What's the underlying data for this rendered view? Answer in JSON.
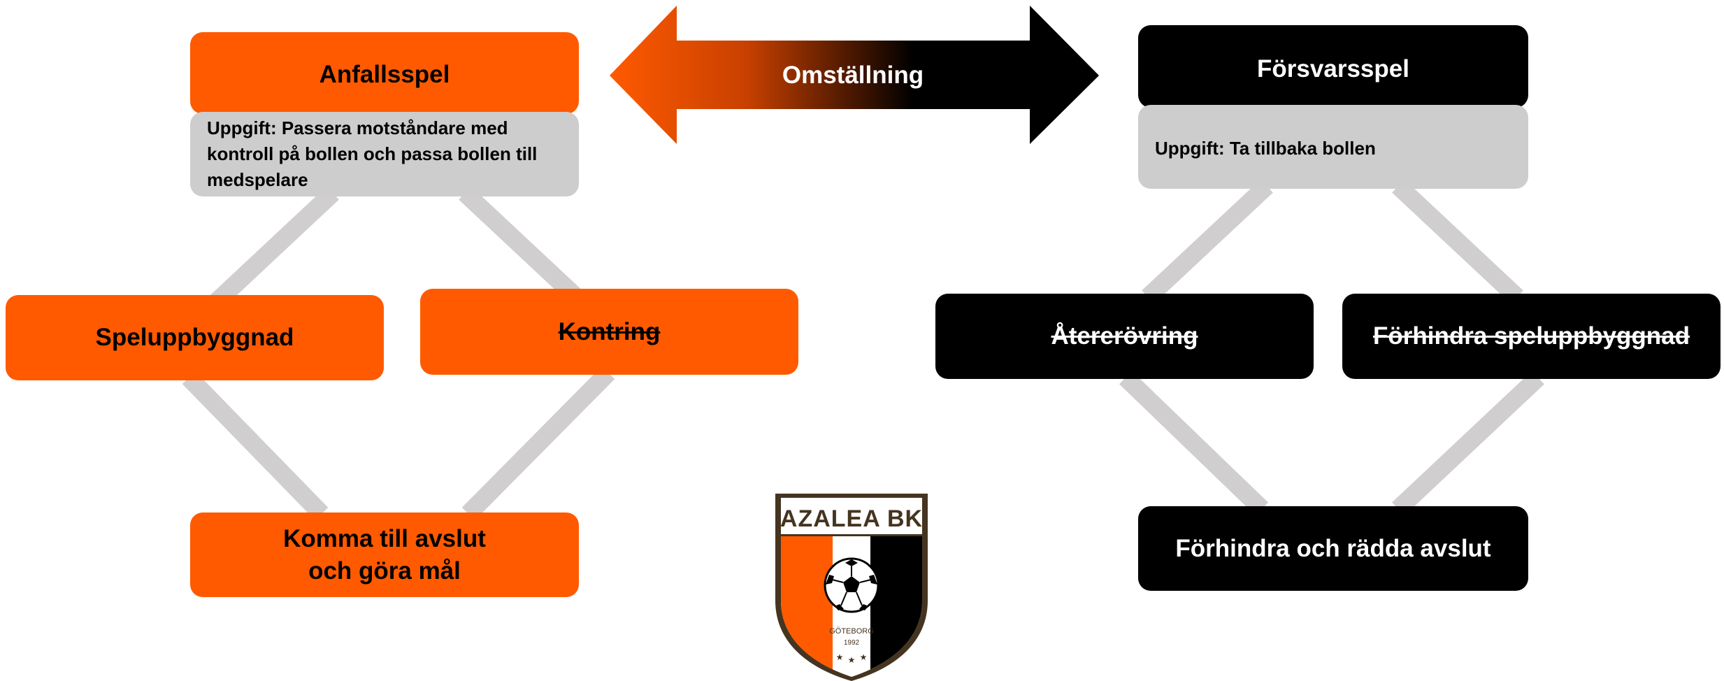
{
  "colors": {
    "attack": "#FF5A00",
    "defense": "#000000",
    "task": "#CDCDCD",
    "connector": "#D0CECE"
  },
  "transition": {
    "label": "Omställning",
    "icon": "double-arrow-icon"
  },
  "attack": {
    "title": "Anfallsspel",
    "task": "Uppgift: Passera motståndare med kontroll på bollen och passa bollen till medspelare",
    "left": "Speluppbyggnad",
    "right": "Kontring",
    "right_struck": true,
    "bottom_line1": "Komma till avslut",
    "bottom_line2": "och göra mål"
  },
  "defense": {
    "title": "Försvarsspel",
    "task": "Uppgift: Ta tillbaka bollen",
    "left": "Återerövring",
    "left_struck": true,
    "right": "Förhindra speluppbyggnad",
    "right_struck": true,
    "bottom": "Förhindra och rädda avslut"
  },
  "logo": {
    "name": "AZALEA BK",
    "city": "GÖTEBORG",
    "year": "1992",
    "icon": "club-crest-icon"
  }
}
